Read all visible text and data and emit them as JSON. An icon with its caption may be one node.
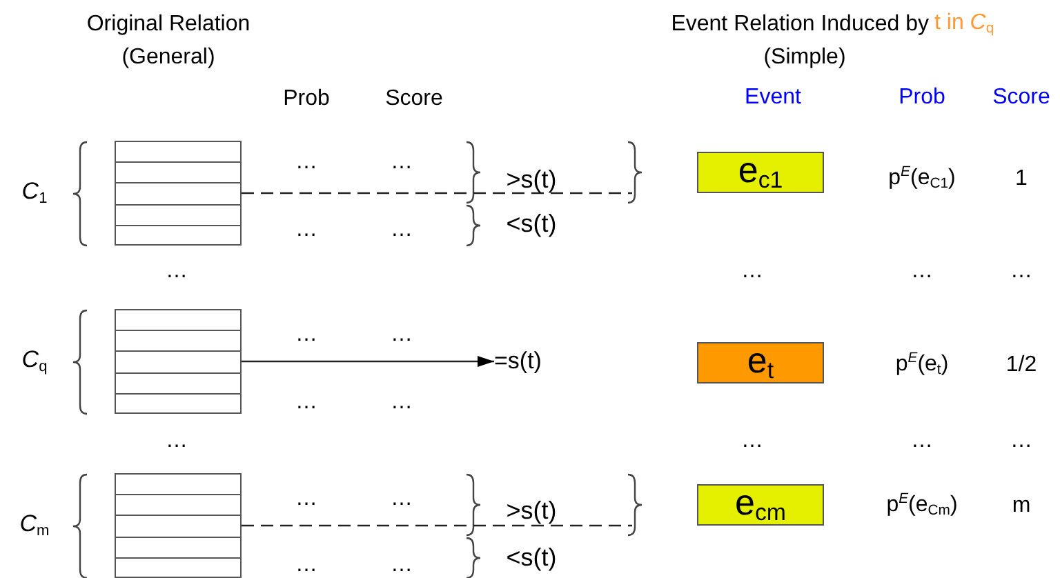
{
  "diagram": {
    "nodes": [
      {
        "text": [],
        "shape": "box",
        "beside": [
          "*C*$_{1}$"
        ]
      },
      {
        "text": [],
        "shape": "box",
        "beside": [
          "*C*$_{q}$"
        ]
      },
      {
        "text": [],
        "shape": "box",
        "beside": [
          "*C*$_{m}$"
        ]
      },
      {
        "text": [
          "=s(t)"
        ]
      },
      {
        "text": [
          "e$_{c1}$"
        ]
      },
      {
        "text": [
          "e$_{t}$"
        ]
      },
      {
        "text": [
          "e$_{cm}$"
        ]
      }
    ],
    "edges": [
      {
        "from": 0,
        "to": null,
        "arrow": "none",
        "style": "dashed"
      },
      {
        "from": 1,
        "to": 3,
        "arrow": "to"
      },
      {
        "from": 2,
        "to": null,
        "arrow": "none",
        "style": "dashed"
      }
    ],
    "labels": [
      "Original Relation",
      "Event Relation Induced by",
      "t in *C*$_{q}$",
      "(General)",
      "(Simple)",
      "Prob",
      "Score",
      "Event",
      "Prob",
      "Score",
      "…",
      "…",
      ">s(t)",
      "p$^{E}$(e$_{C1}$)",
      "1",
      "…",
      "…",
      "<s(t)",
      "…",
      "…",
      "…",
      "…",
      "…",
      "…",
      "p$^{E}$(e$_{t}$)",
      "1/2",
      "…",
      "…",
      "…",
      "…",
      "…",
      "…",
      "…",
      "…",
      ">s(t)",
      "p$^{E}$(e$_{Cm}$)",
      "m",
      "…",
      "…",
      "<s(t)"
    ]
  }
}
